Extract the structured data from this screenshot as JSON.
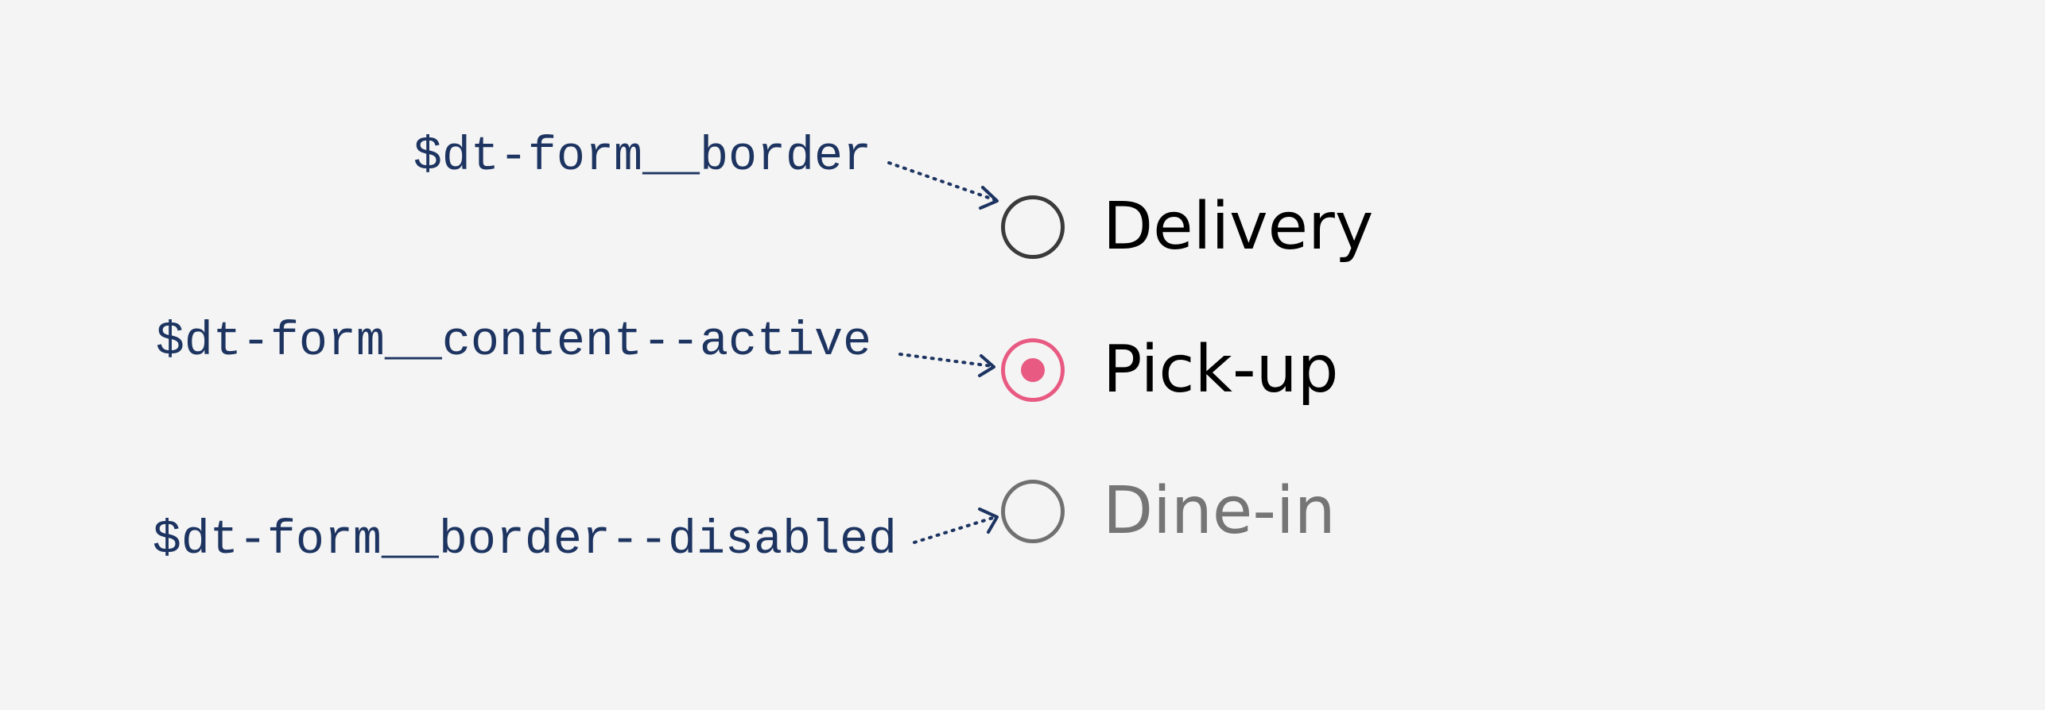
{
  "annotations": {
    "border": "$dt-form__border",
    "content_active": "$dt-form__content--active",
    "border_disabled": "$dt-form__border--disabled"
  },
  "radio_group": {
    "options": [
      {
        "label": "Delivery",
        "state": "default",
        "selected": false
      },
      {
        "label": "Pick-up",
        "state": "active",
        "selected": true
      },
      {
        "label": "Dine-in",
        "state": "disabled",
        "selected": false
      }
    ]
  },
  "colors": {
    "background": "#f4f4f4",
    "annotation_text": "#1d3461",
    "arrow": "#1d3461",
    "border": "#3a3a3a",
    "active": "#e85a82",
    "disabled": "#707070",
    "label": "#000000",
    "label_disabled": "#757575"
  }
}
